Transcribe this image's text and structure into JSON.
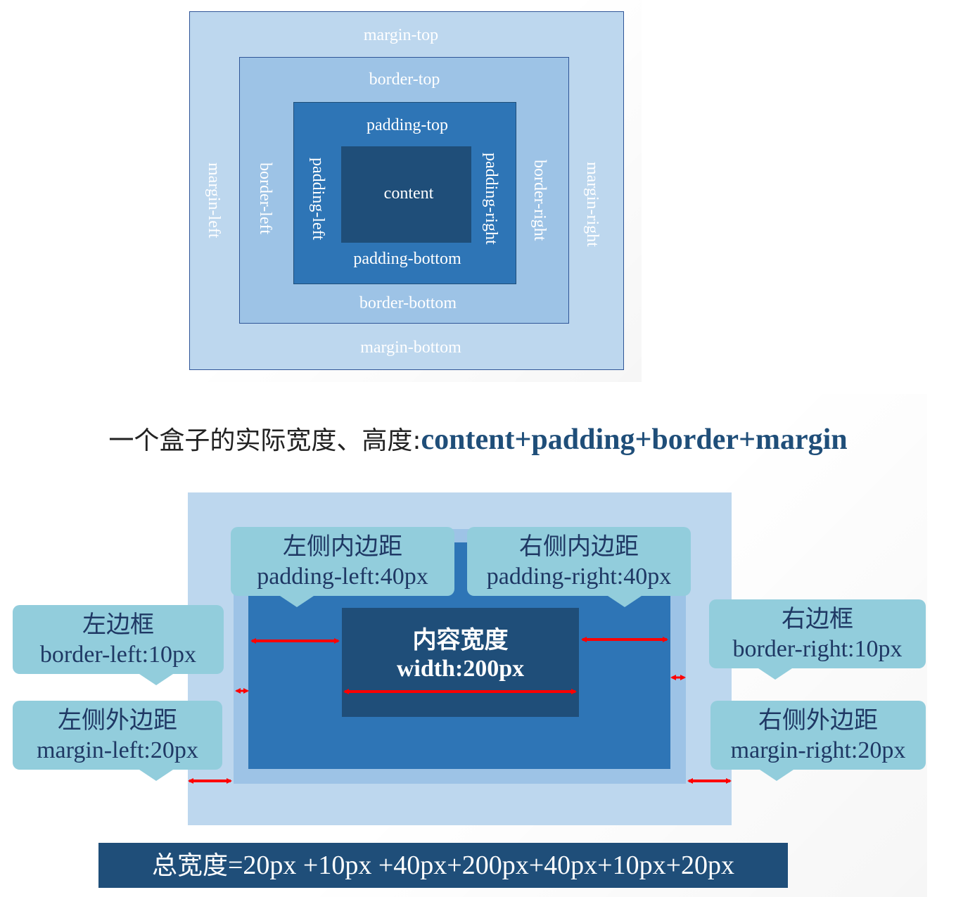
{
  "box_model": {
    "margin_top": "margin-top",
    "margin_bottom": "margin-bottom",
    "margin_left": "margin-left",
    "margin_right": "margin-right",
    "border_top": "border-top",
    "border_bottom": "border-bottom",
    "border_left": "border-left",
    "border_right": "border-right",
    "padding_top": "padding-top",
    "padding_bottom": "padding-bottom",
    "padding_left": "padding-left",
    "padding_right": "padding-right",
    "content": "content"
  },
  "formula": {
    "prefix": "一个盒子的实际宽度、高度:",
    "expression": "content+padding+border+margin"
  },
  "width_diagram": {
    "content_title": "内容宽度",
    "content_width": "width:200px",
    "padding_left": {
      "title": "左侧内边距",
      "value": "padding-left:40px"
    },
    "padding_right": {
      "title": "右侧内边距",
      "value": "padding-right:40px"
    },
    "border_left": {
      "title": "左边框",
      "value": "border-left:10px"
    },
    "border_right": {
      "title": "右边框",
      "value": "border-right:10px"
    },
    "margin_left": {
      "title": "左侧外边距",
      "value": "margin-left:20px"
    },
    "margin_right": {
      "title": "右侧外边距",
      "value": "margin-right:20px"
    }
  },
  "total": {
    "label": "总宽度",
    "expression": "=20px +10px +40px+200px+40px+10px+20px"
  },
  "colors": {
    "margin": "#bdd7ee",
    "border": "#9dc3e6",
    "padding": "#2e75b6",
    "content": "#1f4e79",
    "callout": "#92cddc",
    "arrow": "#ff0000"
  }
}
